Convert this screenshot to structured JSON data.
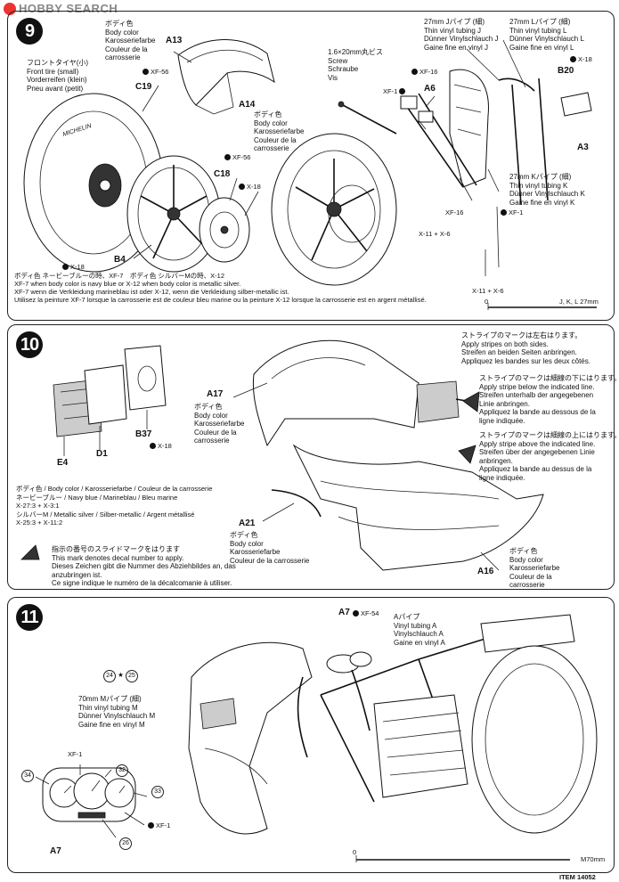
{
  "header": {
    "watermark": "HOBBY SEARCH"
  },
  "step9": {
    "number": "9",
    "a13": {
      "part": "A13",
      "lines": [
        "ボディ色",
        "Body color",
        "Karosseriefarbe",
        "Couleur de la",
        "carrosserie"
      ]
    },
    "front_tire": {
      "lines": [
        "フロントタイヤ(小)",
        "Front tire (small)",
        "Vorderreifen (klein)",
        "Pneu avant (petit)"
      ]
    },
    "tire_brand": "MICHELIN",
    "xf56_top": "XF-56",
    "c19": "C19",
    "a14": {
      "part": "A14",
      "lines": [
        "ボディ色",
        "Body color",
        "Karosseriefarbe",
        "Couleur de la",
        "carrosserie"
      ]
    },
    "xf56_c18": "XF-56",
    "c18": "C18",
    "x18_c18": "X-18",
    "x18_left": "X-18",
    "b4": "B4",
    "screw": {
      "lines": [
        "1.6×20mm丸ビス",
        "Screw",
        "Schraube",
        "Vis"
      ]
    },
    "xf16_a6": "XF-16",
    "xf1_a6": "XF-1",
    "a6": "A6",
    "pipe_j": {
      "lines": [
        "27mm Jパイプ (細)",
        "Thin vinyl tubing J",
        "Dünner Vinylschlauch J",
        "Gaine fine en vinyl J"
      ]
    },
    "pipe_l": {
      "lines": [
        "27mm Lパイプ (細)",
        "Thin vinyl tubing L",
        "Dünner Vinylschlauch L",
        "Gaine fine en vinyl L"
      ]
    },
    "x18_b20": "X-18",
    "b20": "B20",
    "a3": "A3",
    "pipe_k": {
      "lines": [
        "27mm Kパイプ (細)",
        "Thin vinyl tubing K",
        "Dünner Vinylschlauch K",
        "Gaine fine en vinyl K"
      ]
    },
    "xf16_k": "XF-16",
    "xf1_k": "XF-1",
    "x11x6_a": "X-11 + X-6",
    "x11x6_b": "X-11 + X-6",
    "note": [
      "ボディ色 ネービーブルーの時、XF-7　ボディ色 シルバーMの時、X-12",
      "XF-7 when body color is navy blue or X-12 when body color is metallic silver.",
      "XF-7 wenn die Verkleidung marineblau ist oder X-12, wenn die Verkleidung silber-metallic ist.",
      "Utilisez la peinture XF-7 lorsque la carrosserie est de couleur bleu marine ou la peinture X-12 lorsque la carrosserie est en argent métallisé."
    ],
    "scale_zero": "0",
    "scale_label": "J, K, L 27mm"
  },
  "step10": {
    "number": "10",
    "e4": "E4",
    "d1": "D1",
    "b37": "B37",
    "x18": "X-18",
    "a17": {
      "part": "A17",
      "lines": [
        "ボディ色",
        "Body color",
        "Karosseriefarbe",
        "Couleur de la",
        "carrosserie"
      ]
    },
    "stripes_both": [
      "ストライプのマークは左右はります。",
      "Apply stripes on both sides.",
      "Streifen an beiden Seiten anbringen.",
      "Appliquez les bandes sur les deux côtés."
    ],
    "stripe_below": [
      "ストライプのマークは細線の下にはります。",
      "Apply stripe below the indicated line.",
      "Streifen unterhalb der angegebenen",
      "Linie anbringen.",
      "Appliquez la bande au dessous de la",
      "ligne indiquée."
    ],
    "stripe_above": [
      "ストライプのマークは細線の上にはります。",
      "Apply stripe above the indicated line.",
      "Streifen über der angegebenen Linie",
      "anbringen.",
      "Appliquez la bande au dessus de la",
      "ligne indiquée."
    ],
    "colors": [
      "ボディ色 / Body color / Karosseriefarbe / Couleur de la carrosserie",
      "ネービーブルー / Navy blue / Marineblau / Bleu marine",
      "X-27:3 + X-3:1",
      "シルバーM / Metallic silver / Silber-metallic / Argent métallisé",
      "X-25:3 + X-11:2"
    ],
    "a21": {
      "part": "A21",
      "lines": [
        "ボディ色",
        "Body color",
        "Karosseriefarbe",
        "Couleur de la carrosserie"
      ]
    },
    "decal_note": [
      "指示の番号のスライドマークをはります",
      "This mark denotes decal number to apply.",
      "Dieses Zeichen gibt die Nummer des Abziehbildes an, das",
      "anzubringen ist.",
      "Ce signe indique le numéro de la décalcomanie à utiliser."
    ],
    "a16": {
      "part": "A16",
      "lines": [
        "ボディ色",
        "Body color",
        "Karosseriefarbe",
        "Couleur de la",
        "carrosserie"
      ]
    }
  },
  "step11": {
    "number": "11",
    "a7_top": "A7",
    "xf54": "XF-54",
    "pipe_a": {
      "lines": [
        "Aパイプ",
        "Vinyl tubing A",
        "Vinylschlauch A",
        "Gaine en vinyl A"
      ]
    },
    "decal_24": "24",
    "decal_25": "25",
    "pipe_m": {
      "lines": [
        "70mm Mパイプ (細)",
        "Thin vinyl tubing M",
        "Dünner Vinylschlauch M",
        "Gaine fine en vinyl M"
      ]
    },
    "xf1_top": "XF-1",
    "decal_32": "32",
    "decal_34": "34",
    "decal_33": "33",
    "xf1_right": "XF-1",
    "decal_26": "26",
    "a7_bottom": "A7",
    "scale_label": "M70mm",
    "scale_zero": "0",
    "footer": "ITEM 14052"
  }
}
